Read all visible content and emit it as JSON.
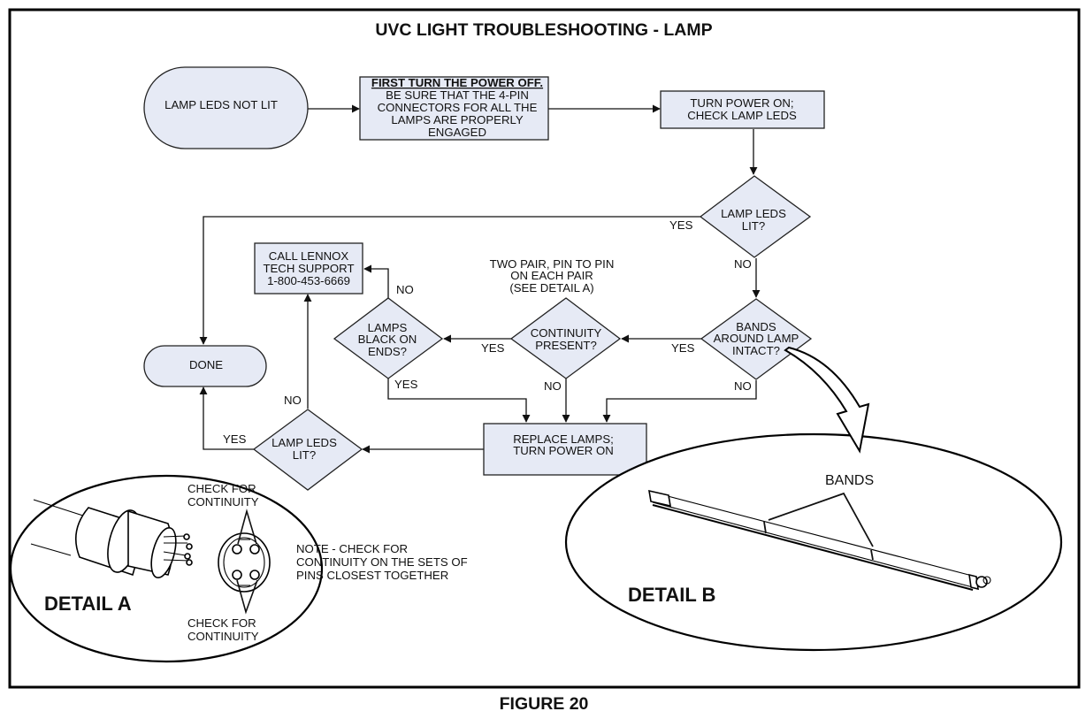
{
  "title": "UVC LIGHT TROUBLESHOOTING - LAMP",
  "caption": "FIGURE 20",
  "colors": {
    "shape_fill": "#e6eaf5",
    "stroke": "#111111"
  },
  "nodes": {
    "start": {
      "type": "terminator",
      "lines": [
        "LAMP LEDS NOT LIT"
      ]
    },
    "power_off": {
      "type": "process",
      "heading": "FIRST TURN THE POWER OFF.",
      "lines": [
        "BE SURE THAT THE 4-PIN",
        "CONNECTORS FOR ALL THE",
        "LAMPS ARE PROPERLY",
        "ENGAGED"
      ]
    },
    "power_on": {
      "type": "process",
      "lines": [
        "TURN POWER ON;",
        "CHECK LAMP LEDS"
      ]
    },
    "leds_lit_1": {
      "type": "decision",
      "lines": [
        "LAMP LEDS",
        "LIT?"
      ]
    },
    "bands_intact": {
      "type": "decision",
      "lines": [
        "BANDS",
        "AROUND LAMP",
        "INTACT?"
      ]
    },
    "continuity": {
      "type": "decision",
      "lines": [
        "CONTINUITY",
        "PRESENT?"
      ]
    },
    "black_ends": {
      "type": "decision",
      "lines": [
        "LAMPS",
        "BLACK ON",
        "ENDS?"
      ]
    },
    "call_support": {
      "type": "process",
      "lines": [
        "CALL LENNOX",
        "TECH SUPPORT",
        "1-800-453-6669"
      ]
    },
    "replace": {
      "type": "process",
      "lines": [
        "REPLACE LAMPS;",
        "TURN POWER ON"
      ]
    },
    "leds_lit_2": {
      "type": "decision",
      "lines": [
        "LAMP LEDS",
        "LIT?"
      ]
    },
    "done": {
      "type": "terminator",
      "lines": [
        "DONE"
      ]
    }
  },
  "edge_labels": {
    "leds1_yes": "YES",
    "leds1_no": "NO",
    "bands_yes": "YES",
    "bands_no": "NO",
    "cont_yes": "YES",
    "cont_no": "NO",
    "black_yes": "YES",
    "black_no": "NO",
    "leds2_yes": "YES",
    "leds2_no": "NO"
  },
  "annotations": {
    "continuity_note": [
      "TWO PAIR, PIN TO PIN",
      "ON EACH PAIR",
      "(SEE DETAIL A)"
    ]
  },
  "detail_a": {
    "label": "DETAIL A",
    "check_top": [
      "CHECK FOR",
      "CONTINUITY"
    ],
    "check_bottom": [
      "CHECK FOR",
      "CONTINUITY"
    ],
    "note": [
      "NOTE - CHECK FOR",
      "CONTINUITY ON THE SETS OF",
      "PINS CLOSEST TOGETHER"
    ]
  },
  "detail_b": {
    "label": "DETAIL B",
    "bands_label": "BANDS"
  }
}
